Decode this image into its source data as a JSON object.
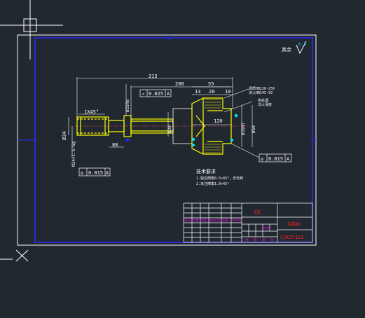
{
  "colors": {
    "background": "#212830",
    "sheet_border": "#ffffff",
    "inner_frame": "#2222ff",
    "part_lines": "#ffff00",
    "dimension_lines": "#ffffff",
    "hatch": "#ffff00",
    "accent_cyan": "#00e0ff",
    "title_block_magenta": "#ff00ff",
    "title_block_red": "#ff2222"
  },
  "drawing": {
    "roughness_symbol": "6.3",
    "roughness_note": "其余",
    "dims": {
      "overall_length": "215",
      "d_200": "200",
      "d_55": "55",
      "d_13": "13",
      "d_20": "20",
      "d_10": "10",
      "d_120": "120",
      "d_88": "88",
      "d_left_dia": "Ø34",
      "d_phi25": "Ø25h6",
      "d_phi30": "Ø30",
      "d_phi50": "Ø50",
      "d_phi35": "Ø35H7",
      "d_chamfer": "1X45°",
      "d_left_tol": "M24×1.5-6g"
    },
    "tolerance_boxes": [
      {
        "symbol": "↗",
        "value": "0.025",
        "datum": "A"
      },
      {
        "symbol": "◎",
        "value": "0.015",
        "datum": "A"
      },
      {
        "symbol": "◎",
        "value": "0.015",
        "datum": "A"
      }
    ],
    "callouts": [
      "调质HB220-250",
      "淬火HRC45-50",
      "热处理",
      "淬火深度"
    ],
    "tech_requirements": {
      "title": "技术要求",
      "items": [
        "1.锐边倒角0.5×45°，去毛刺",
        "2.未注倒角1.0×45°"
      ]
    }
  },
  "title_block": {
    "material": "45",
    "part_name": "连接轴",
    "drawing_no": "CJK3Y101",
    "row_labels": [
      "标记",
      "处数",
      "分区",
      "更改文件号",
      "签名",
      "年月日"
    ],
    "scale_label": "比例",
    "sheet_labels": [
      "共",
      "张",
      "第",
      "张"
    ]
  }
}
